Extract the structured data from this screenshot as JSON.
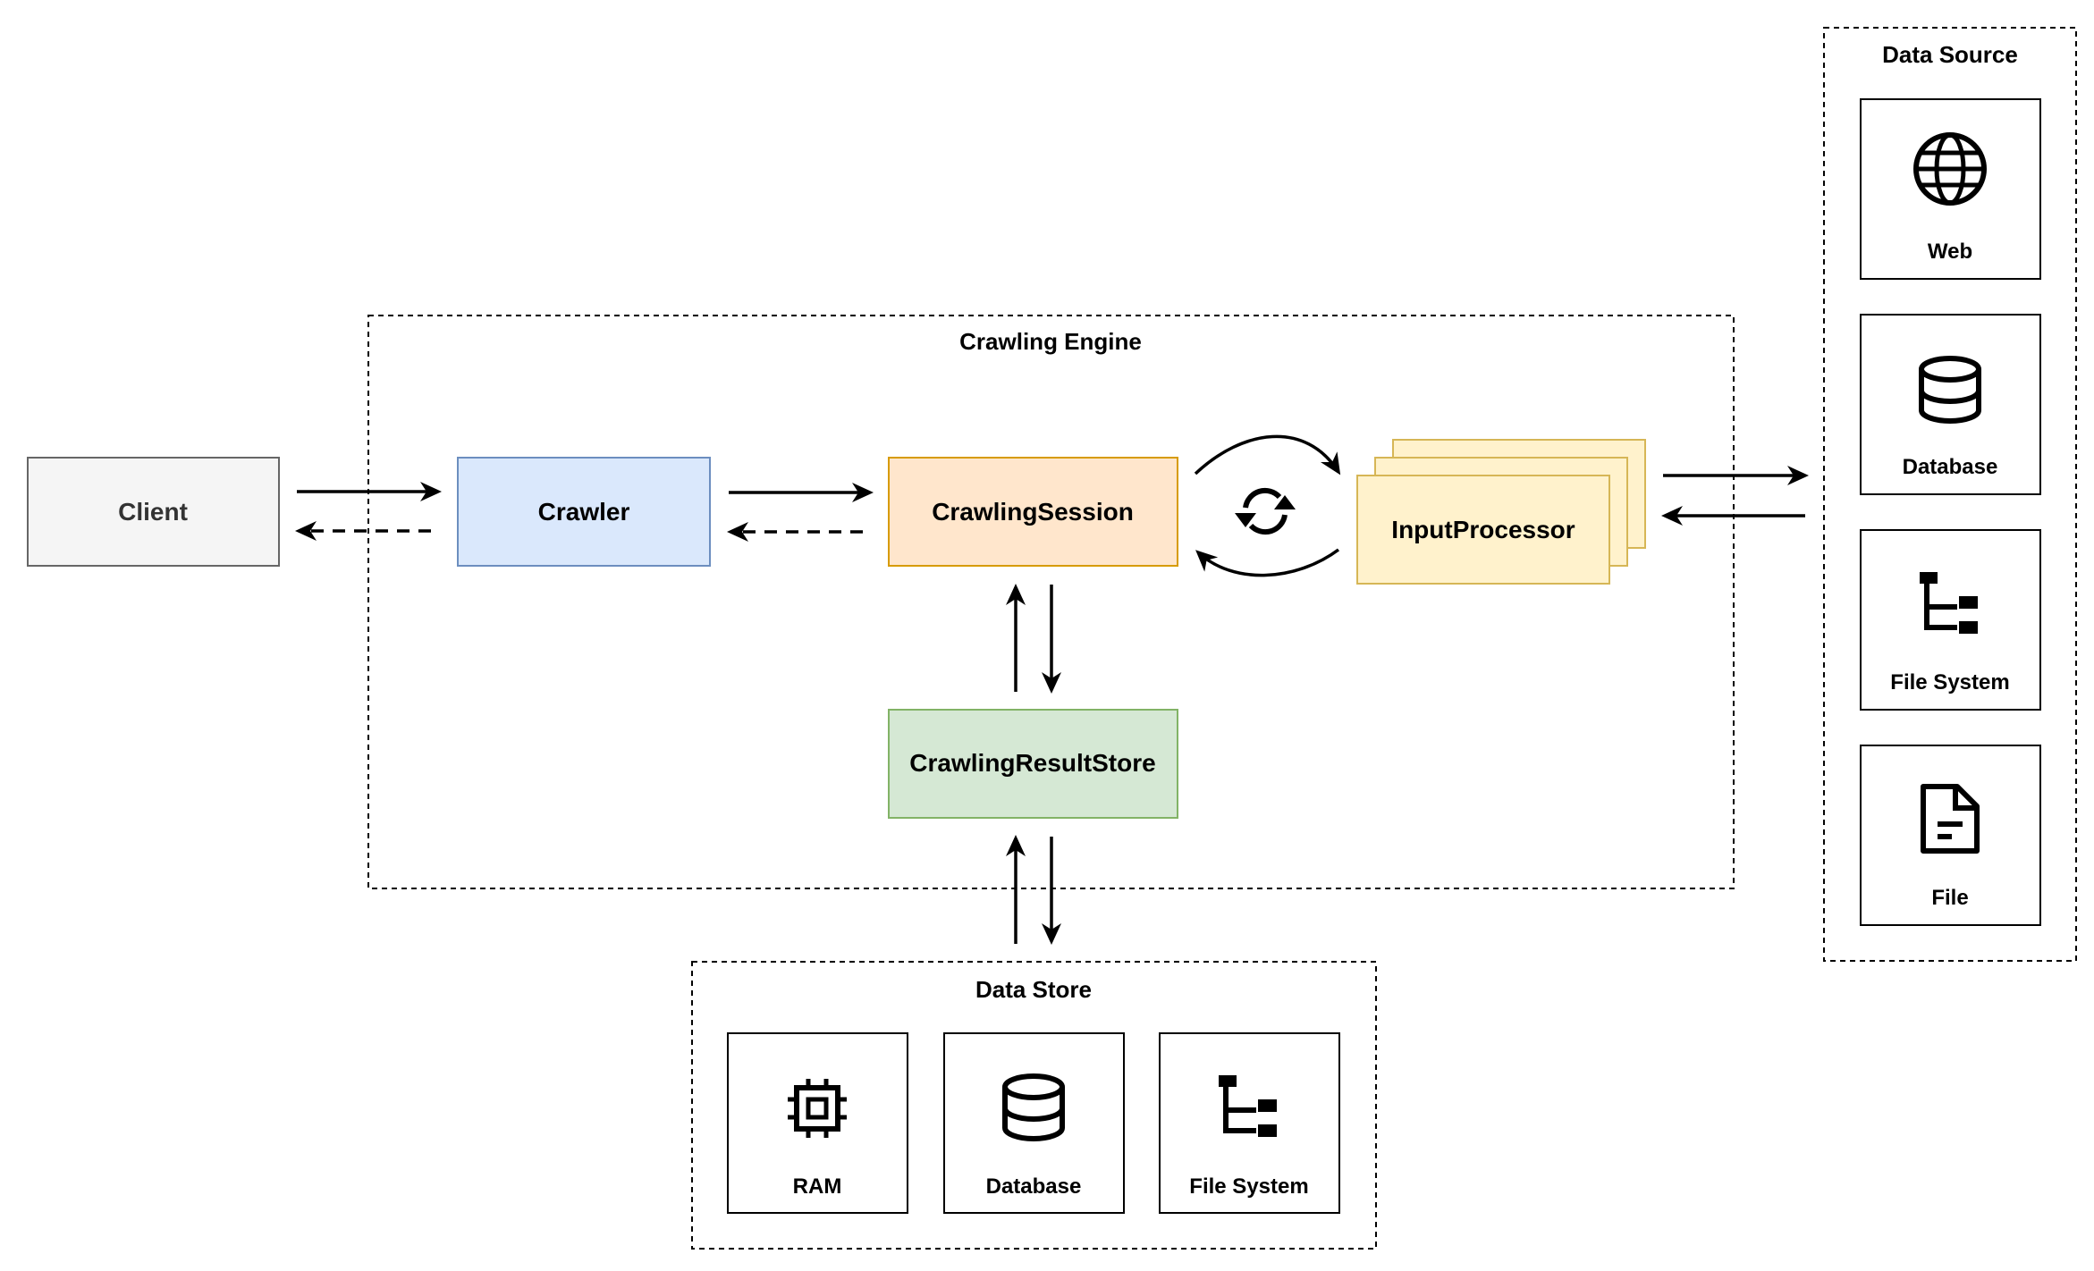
{
  "client": {
    "label": "Client"
  },
  "crawling_engine": {
    "title": "Crawling Engine",
    "crawler": {
      "label": "Crawler"
    },
    "session": {
      "label": "CrawlingSession"
    },
    "result_store": {
      "label": "CrawlingResultStore"
    },
    "input_processor": {
      "label": "InputProcessor"
    }
  },
  "data_store": {
    "title": "Data Store",
    "items": [
      {
        "label": "RAM",
        "icon": "cpu-icon"
      },
      {
        "label": "Database",
        "icon": "database-icon"
      },
      {
        "label": "File System",
        "icon": "file-tree-icon"
      }
    ]
  },
  "data_source": {
    "title": "Data Source",
    "items": [
      {
        "label": "Web",
        "icon": "globe-icon"
      },
      {
        "label": "Database",
        "icon": "database-icon"
      },
      {
        "label": "File System",
        "icon": "file-tree-icon"
      },
      {
        "label": "File",
        "icon": "file-icon"
      }
    ]
  },
  "colors": {
    "client_fill": "#f5f5f5",
    "client_stroke": "#666666",
    "crawler_fill": "#dae8fc",
    "crawler_stroke": "#6c8ebf",
    "session_fill": "#ffe6cc",
    "session_stroke": "#d79b00",
    "result_fill": "#d5e8d4",
    "result_stroke": "#82b366",
    "processor_fill": "#fff2cc",
    "processor_stroke": "#d6b656"
  }
}
